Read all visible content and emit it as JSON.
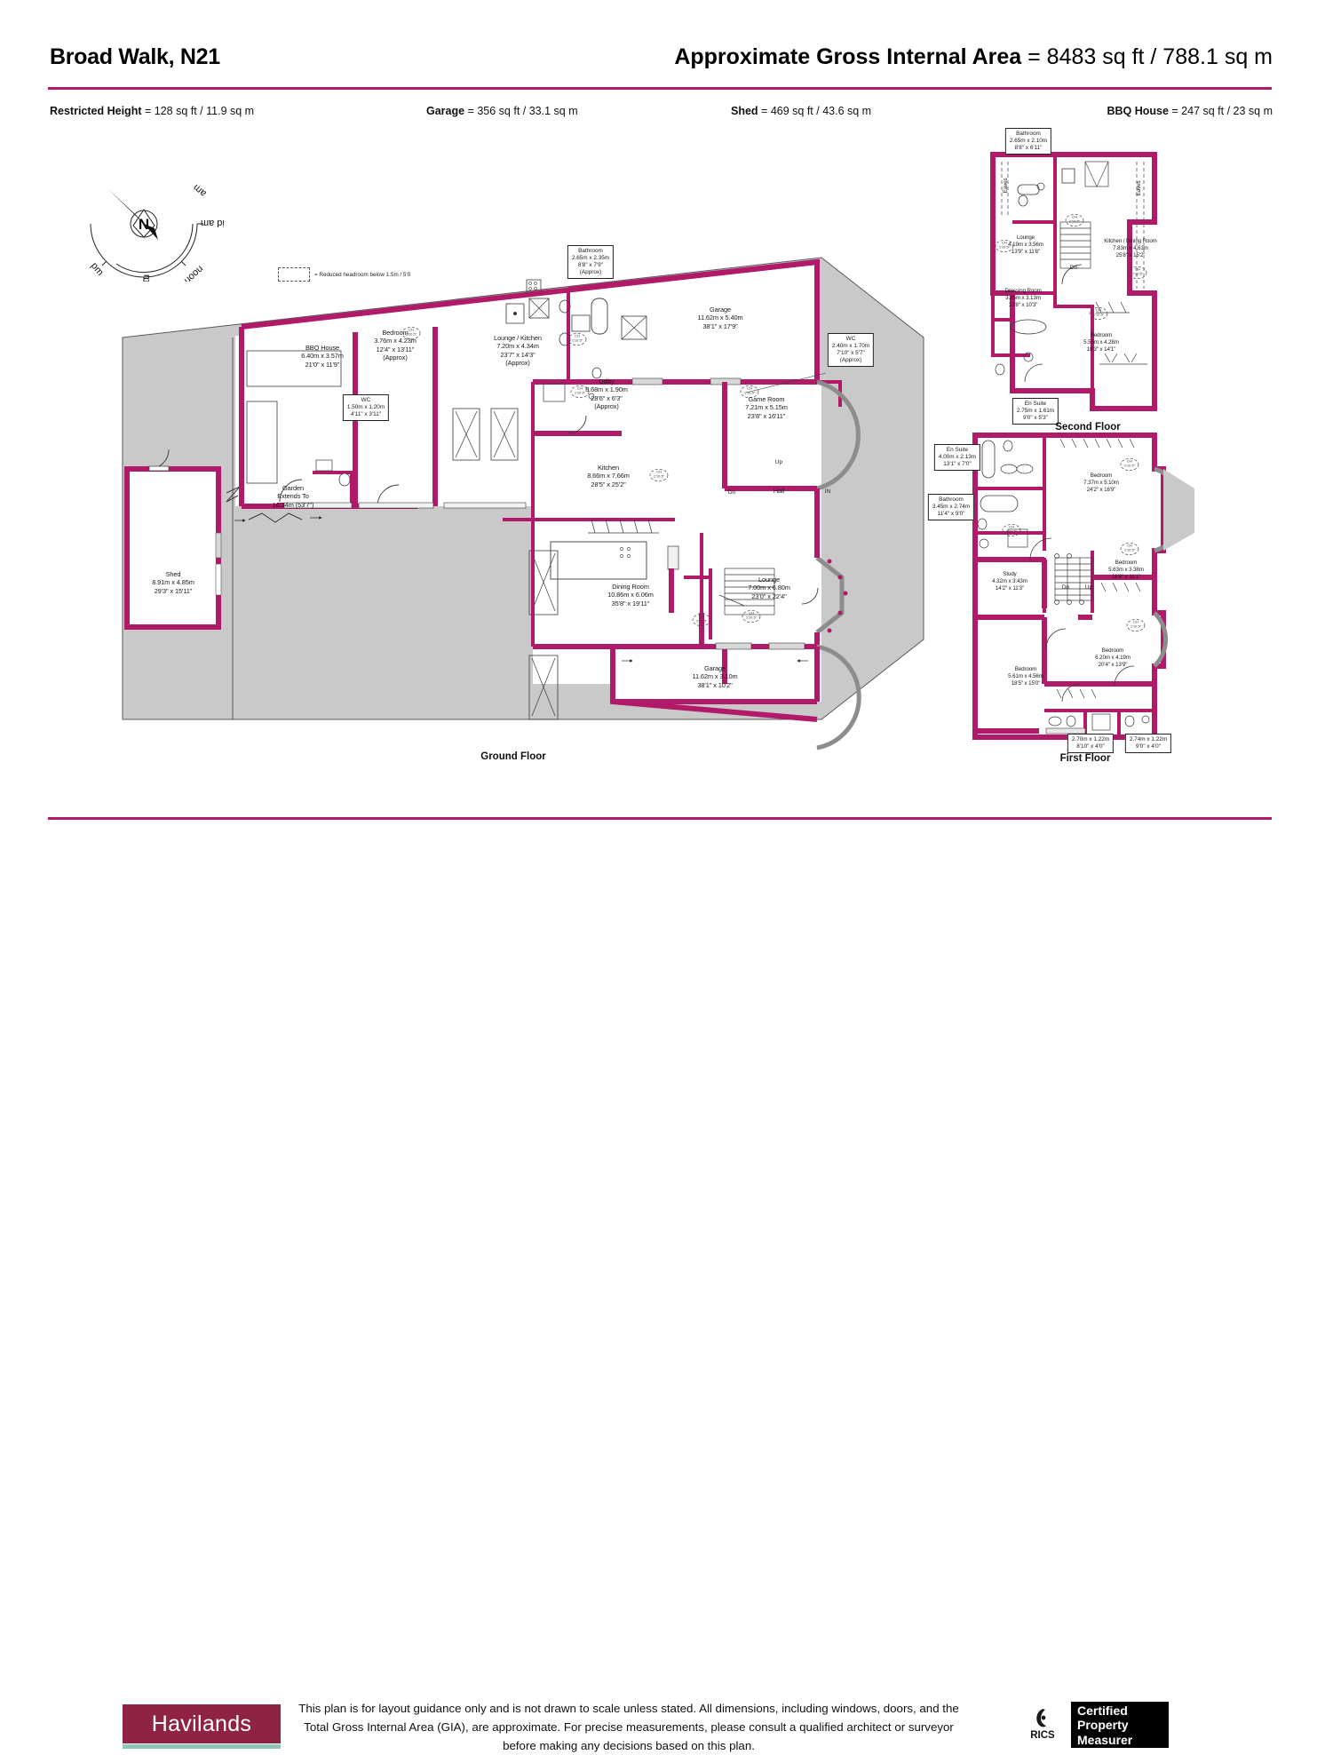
{
  "header": {
    "property_title": "Broad Walk, N21",
    "gia_label": "Approximate Gross Internal Area",
    "gia_value": "= 8483 sq ft / 788.1 sq m",
    "accent_color": "#b01a68",
    "subtotals": [
      {
        "label": "Restricted Height",
        "value": "= 128 sq ft / 11.9 sq m"
      },
      {
        "label": "Garage",
        "value": "= 356 sq ft / 33.1 sq m"
      },
      {
        "label": "Shed",
        "value": "= 469 sq ft / 43.6 sq m"
      },
      {
        "label": "BBQ House",
        "value": "= 247 sq ft / 23 sq m"
      }
    ]
  },
  "compass": {
    "north_letter": "N",
    "marks": [
      "am",
      "mid am",
      "noon",
      "mid pm",
      "pm"
    ]
  },
  "legend": {
    "text": "= Reduced headroom below 1.5m / 5'0"
  },
  "floors": {
    "ground": {
      "caption": "Ground Floor",
      "rooms": [
        {
          "name": "Shed",
          "metric": "8.91m x 4.85m",
          "imperial": "29'3\" x 15'11\""
        },
        {
          "name": "Garden",
          "metric": "Extends To",
          "imperial": "16.34m (53'7\")"
        },
        {
          "name": "BBQ House",
          "metric": "6.40m x 3.57m",
          "imperial": "21'0\" x 11'9\""
        },
        {
          "name": "WC",
          "metric": "1.50m x 1.20m",
          "imperial": "4'11\" x 3'11\""
        },
        {
          "name": "Bedroom",
          "metric": "3.76m x 4.23m",
          "imperial": "12'4\" x 13'11\"",
          "approx": "(Approx)"
        },
        {
          "name": "Lounge / Kitchen",
          "metric": "7.20m x 4.34m",
          "imperial": "23'7\" x 14'3\"",
          "approx": "(Approx)"
        },
        {
          "name": "Bathroom",
          "metric": "2.65m x 2.35m",
          "imperial": "8'8\" x 7'9\"",
          "approx": "(Approx)"
        },
        {
          "name": "Garage",
          "metric": "11.62m x 5.40m",
          "imperial": "38'1\" x 17'9\""
        },
        {
          "name": "WC",
          "metric": "2.40m x 1.70m",
          "imperial": "7'10\" x 5'7\"",
          "approx": "(Approx)"
        },
        {
          "name": "Utility",
          "metric": "8.68m x 1.90m",
          "imperial": "28'6\" x 6'3\"",
          "approx": "(Approx)"
        },
        {
          "name": "Game Room",
          "metric": "7.21m x 5.15m",
          "imperial": "23'8\" x 16'11\""
        },
        {
          "name": "Kitchen",
          "metric": "8.66m x 7.66m",
          "imperial": "28'5\" x 25'2\""
        },
        {
          "name": "Hall",
          "metric": "",
          "imperial": ""
        },
        {
          "name": "Dining Room",
          "metric": "10.86m x 6.06m",
          "imperial": "35'8\" x 19'11\""
        },
        {
          "name": "Lounge",
          "metric": "7.00m x 6.80m",
          "imperial": "23'0\" x 22'4\""
        },
        {
          "name": "Garage",
          "metric": "11.62m x 3.10m",
          "imperial": "38'1\" x 10'2\""
        }
      ],
      "stair_marks": [
        "Up",
        "Dn",
        "IN"
      ]
    },
    "first": {
      "caption": "First Floor",
      "rooms": [
        {
          "name": "En Suite",
          "metric": "4.00m x 2.13m",
          "imperial": "13'1\" x 7'0\""
        },
        {
          "name": "Bathroom",
          "metric": "3.45m x 2.74m",
          "imperial": "11'4\" x 9'0\""
        },
        {
          "name": "Bedroom",
          "metric": "7.37m x 5.10m",
          "imperial": "24'2\" x 16'9\""
        },
        {
          "name": "Bedroom",
          "metric": "5.63m x 3.38m",
          "imperial": "18'6\" x 11'1\""
        },
        {
          "name": "Study",
          "metric": "4.32m x 3.43m",
          "imperial": "14'2\" x 11'3\""
        },
        {
          "name": "Bedroom",
          "metric": "5.61m x 4.56m",
          "imperial": "18'5\" x 15'0\""
        },
        {
          "name": "Bedroom",
          "metric": "6.20m x 4.19m",
          "imperial": "20'4\" x 13'9\""
        },
        {
          "name": "",
          "metric": "2.70m x 1.22m",
          "imperial": "8'10\" x 4'0\""
        },
        {
          "name": "",
          "metric": "2.74m x 1.22m",
          "imperial": "9'0\" x 4'0\""
        }
      ],
      "stair_marks": [
        "Dn",
        "Up"
      ]
    },
    "second": {
      "caption": "Second Floor",
      "rooms": [
        {
          "name": "Bathroom",
          "metric": "2.65m x 2.10m",
          "imperial": "8'8\" x 6'11\""
        },
        {
          "name": "Lounge",
          "metric": "4.19m x 3.56m",
          "imperial": "13'9\" x 11'8\""
        },
        {
          "name": "Kitchen / Dining Room",
          "metric": "7.83m x 4.63m",
          "imperial": "25'8\" x 15'2\""
        },
        {
          "name": "Dressing Room",
          "metric": "3.25m x 3.13m",
          "imperial": "10'8\" x 10'3\""
        },
        {
          "name": "Bedroom",
          "metric": "5.55m x 4.28m",
          "imperial": "18'3\" x 14'1\""
        },
        {
          "name": "En Suite",
          "metric": "2.75m x 1.61m",
          "imperial": "9'0\" x 5'3\""
        }
      ],
      "eaves_label": "Eaves",
      "stair_marks": [
        "Dn"
      ]
    }
  },
  "ch_marker": {
    "line1": "CH",
    "line2": "1'10.5\""
  },
  "footer": {
    "logo_text": "Havilands",
    "disclaimer": "This plan is for layout guidance only and is not drawn to scale unless stated. All dimensions, including windows, doors, and the Total Gross Internal Area (GIA), are approximate. For precise measurements, please consult a qualified architect or surveyor before making any decisions based on this plan.",
    "rics_text": "RICS",
    "cert_line1": "Certified",
    "cert_line2": "Property",
    "cert_line3": "Measurer"
  }
}
